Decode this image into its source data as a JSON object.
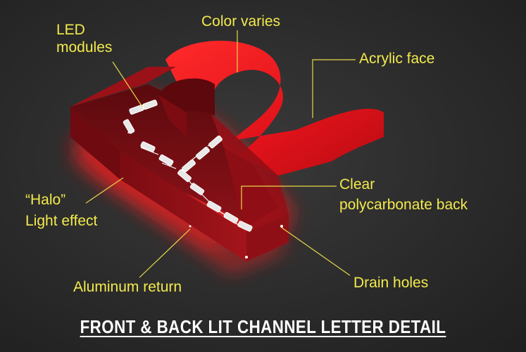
{
  "labels": {
    "led_modules": "LED\nmodules",
    "color_varies": "Color varies",
    "acrylic_face": "Acrylic face",
    "clear_back": "Clear\npolycarbonate back",
    "halo": "“Halo”\nLight effect",
    "aluminum_return": "Aluminum return",
    "drain_holes": "Drain holes"
  },
  "footer": {
    "title": "FRONT & BACK LIT CHANNEL LETTER DETAIL"
  },
  "colors": {
    "callout_text": "#f3ea4c",
    "leader_line": "#e6d84a",
    "letter_face": "#e3141c",
    "return_side": "#8a1016",
    "halo_glow": "#ff1a1a",
    "background": "#2a2a2a"
  }
}
